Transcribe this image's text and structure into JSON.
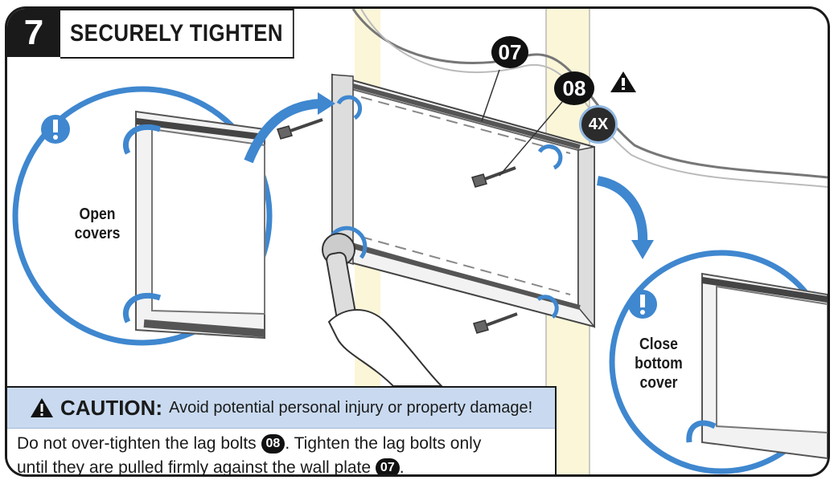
{
  "step": {
    "number": "7",
    "title": "SECURELY TIGHTEN"
  },
  "callouts": {
    "plate": "07",
    "bolt": "08",
    "quantity": "4X"
  },
  "labels": {
    "left": {
      "line1": "Open",
      "line2": "covers"
    },
    "right": {
      "line1": "Close",
      "line2": "bottom",
      "line3": "cover"
    }
  },
  "caution": {
    "title": "CAUTION:",
    "message": "Avoid potential personal injury or property damage!",
    "body_part1": "Do not over-tighten the lag bolts",
    "bolt_ref": "08",
    "body_part2": ". Tighten the lag bolts only",
    "body_part3": "until they are pulled firmly against the wall plate",
    "plate_ref": "07",
    "body_end": "."
  },
  "colors": {
    "accent_blue": "#3f87cf",
    "light_blue": "#c9daf0",
    "ink": "#1a1a1a"
  },
  "icons": [
    "warning-triangle-icon",
    "exclamation-icon",
    "rotate-arrow-icon",
    "wrench-icon",
    "lag-bolt-icon"
  ]
}
